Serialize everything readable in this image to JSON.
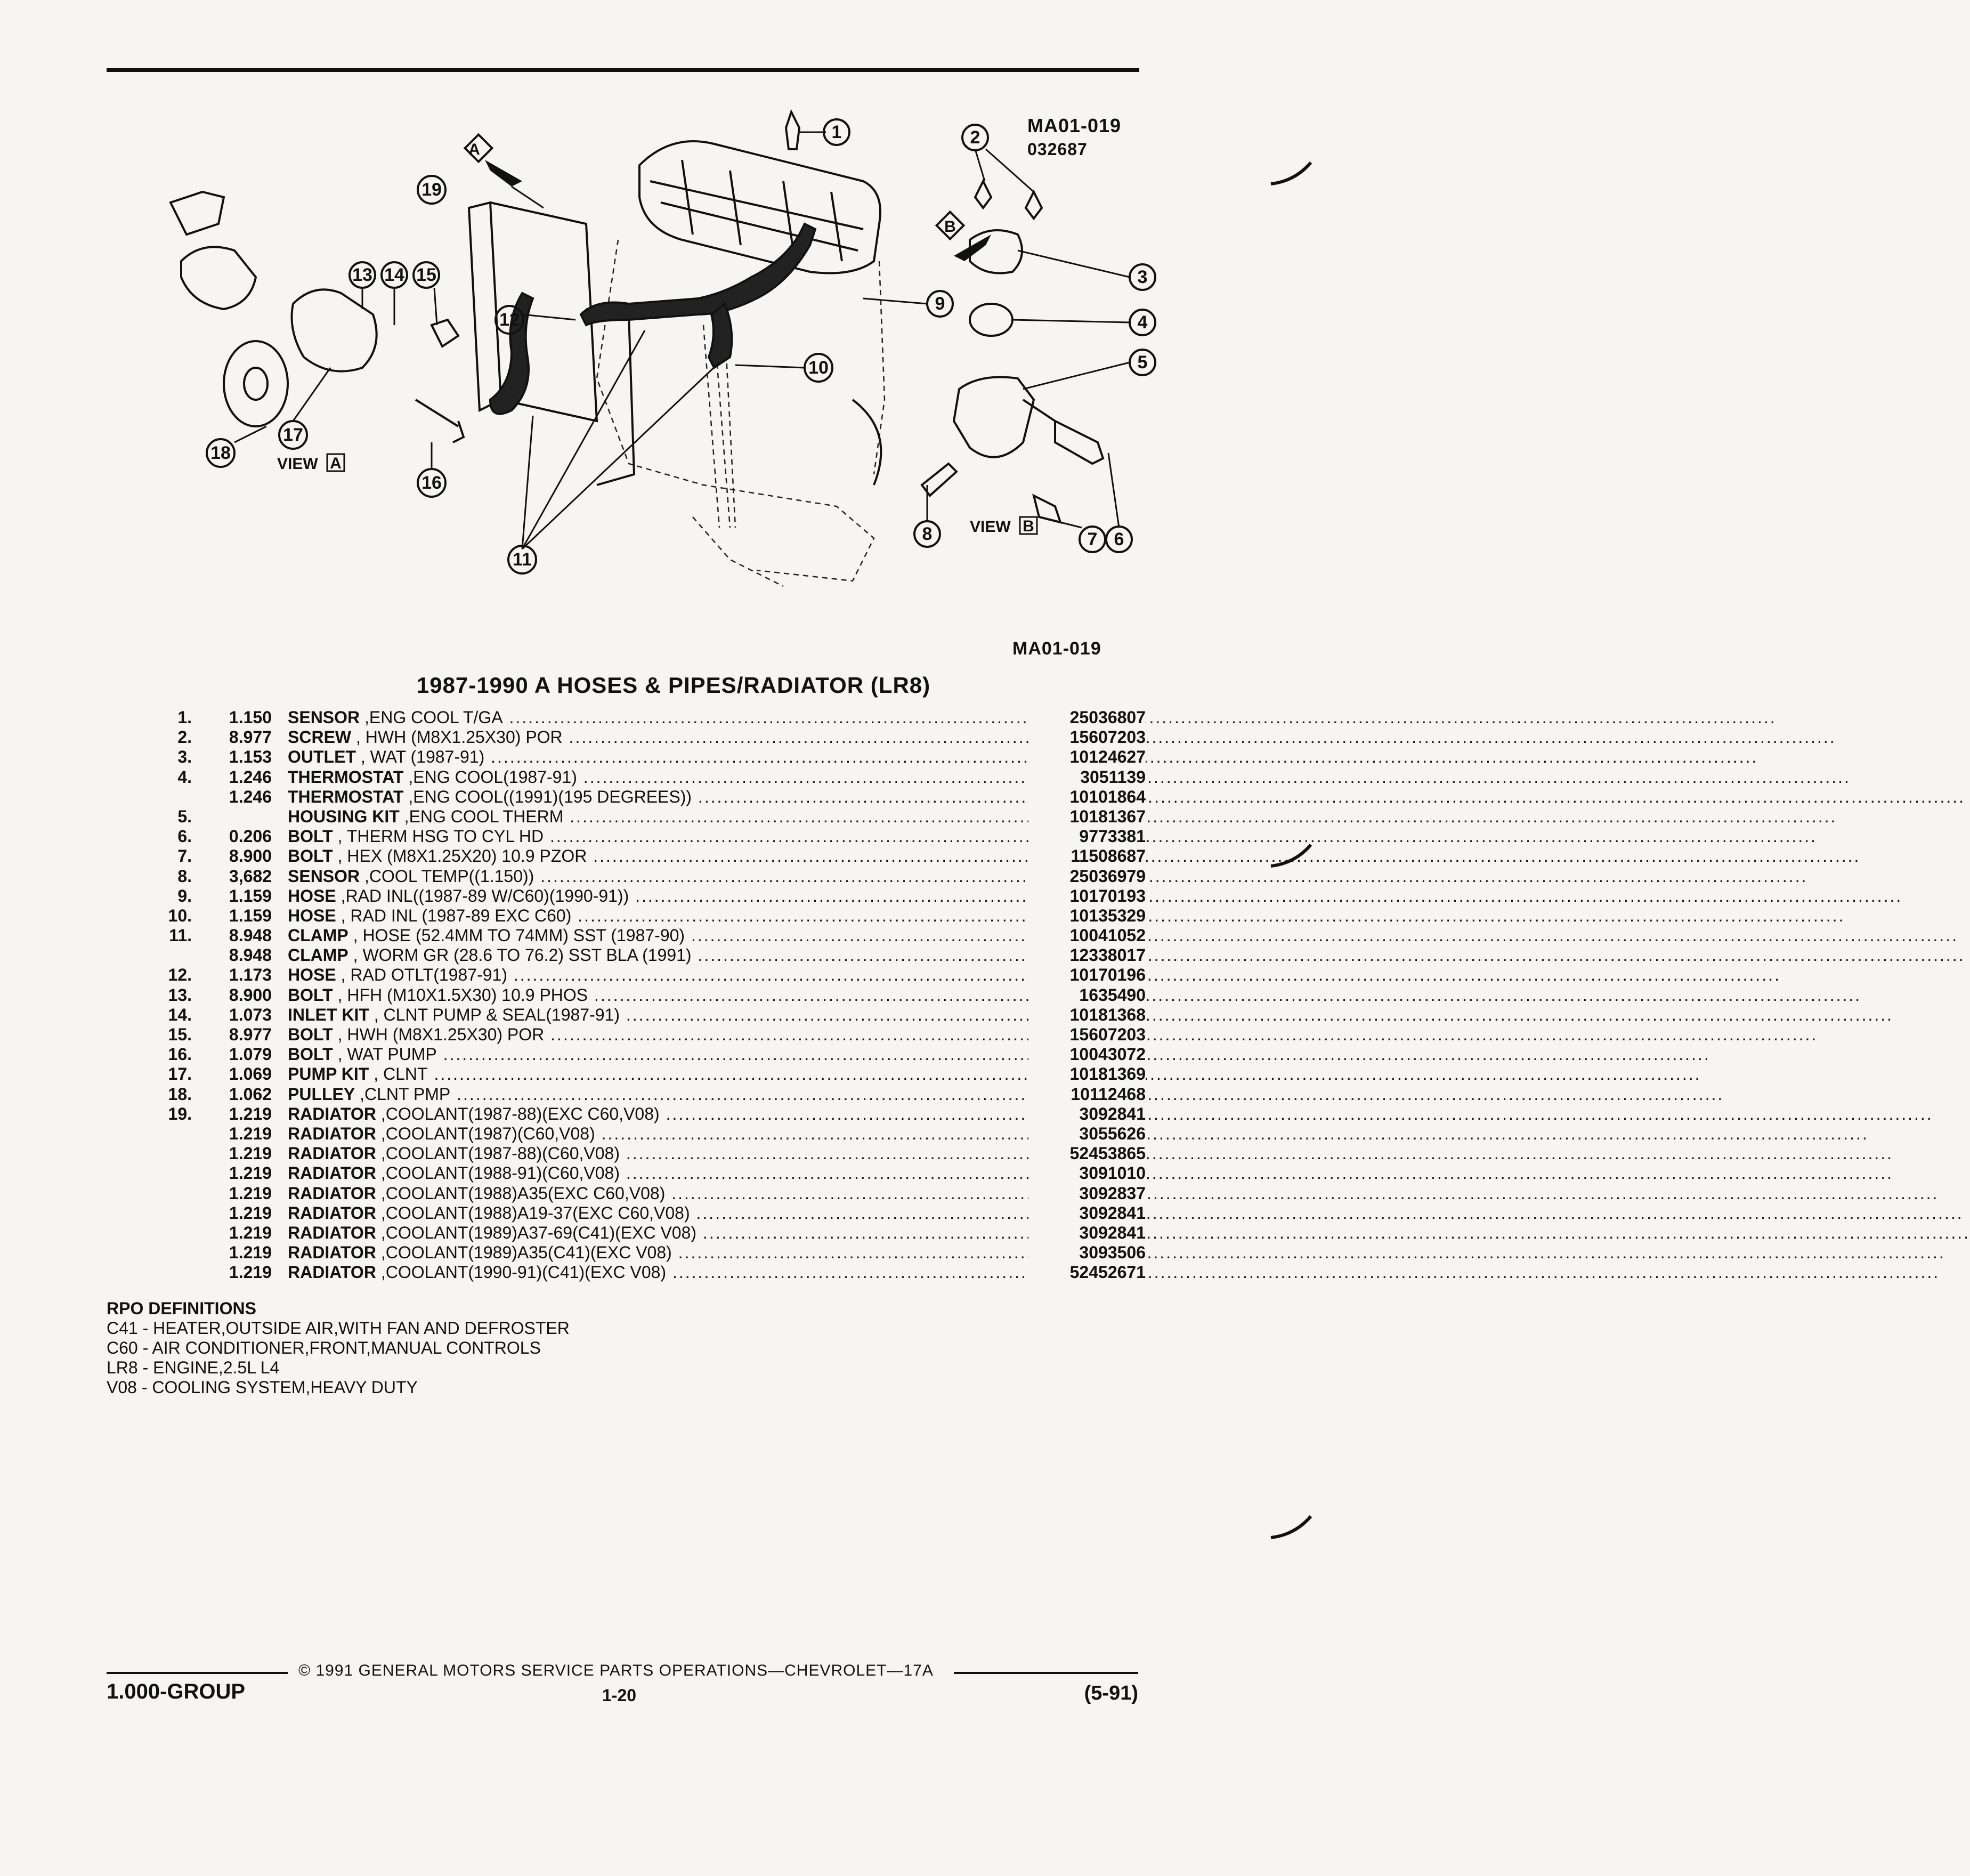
{
  "figure": {
    "ref_top": "MA01-019",
    "ref_date": "032687",
    "ref_bottom": "MA01-019",
    "view_label": "VIEW",
    "view_a": "A",
    "view_b": "B",
    "callouts": [
      "1",
      "2",
      "3",
      "4",
      "5",
      "6",
      "7",
      "8",
      "9",
      "10",
      "11",
      "12",
      "13",
      "14",
      "15",
      "16",
      "17",
      "18",
      "19"
    ]
  },
  "section_title": "1987-1990 A HOSES & PIPES/RADIATOR (LR8)",
  "parts": [
    {
      "num": "1.",
      "fig": "1.150",
      "name": "SENSOR",
      "desc": " ,ENG COOL T/GA",
      "pn": "25036807"
    },
    {
      "num": "2.",
      "fig": "8.977",
      "name": "SCREW",
      "desc": " , HWH (M8X1.25X30) POR",
      "pn": "15607203"
    },
    {
      "num": "3.",
      "fig": "1.153",
      "name": "OUTLET",
      "desc": " , WAT (1987-91)",
      "pn": "10124627"
    },
    {
      "num": "4.",
      "fig": "1.246",
      "name": "THERMOSTAT",
      "desc": " ,ENG COOL(1987-91)",
      "pn": "3051139"
    },
    {
      "num": "",
      "fig": "1.246",
      "name": "THERMOSTAT",
      "desc": " ,ENG COOL((1991)(195 DEGREES))",
      "pn": "10101864"
    },
    {
      "num": "5.",
      "fig": "",
      "name": "HOUSING KIT",
      "desc": " ,ENG COOL THERM",
      "pn": "10181367"
    },
    {
      "num": "6.",
      "fig": "0.206",
      "name": "BOLT",
      "desc": " , THERM HSG TO CYL HD",
      "pn": "9773381"
    },
    {
      "num": "7.",
      "fig": "8.900",
      "name": "BOLT",
      "desc": " , HEX (M8X1.25X20) 10.9 PZOR",
      "pn": "11508687"
    },
    {
      "num": "8.",
      "fig": "3,682",
      "name": "SENSOR",
      "desc": " ,COOL TEMP((1.150))",
      "pn": "25036979"
    },
    {
      "num": "9.",
      "fig": "1.159",
      "name": "HOSE",
      "desc": " ,RAD INL((1987-89 W/C60)(1990-91))",
      "pn": "10170193"
    },
    {
      "num": "10.",
      "fig": "1.159",
      "name": "HOSE",
      "desc": " , RAD INL (1987-89 EXC C60)",
      "pn": "10135329"
    },
    {
      "num": "11.",
      "fig": "8.948",
      "name": "CLAMP",
      "desc": " , HOSE (52.4MM TO 74MM) SST (1987-90)",
      "pn": "10041052"
    },
    {
      "num": "",
      "fig": "8.948",
      "name": "CLAMP",
      "desc": " , WORM GR (28.6 TO 76.2) SST BLA (1991)",
      "pn": "12338017"
    },
    {
      "num": "12.",
      "fig": "1.173",
      "name": "HOSE",
      "desc": " , RAD OTLT(1987-91)",
      "pn": "10170196"
    },
    {
      "num": "13.",
      "fig": "8.900",
      "name": "BOLT",
      "desc": " , HFH (M10X1.5X30) 10.9 PHOS",
      "pn": "1635490"
    },
    {
      "num": "14.",
      "fig": "1.073",
      "name": "INLET KIT",
      "desc": " , CLNT PUMP & SEAL(1987-91)",
      "pn": "10181368"
    },
    {
      "num": "15.",
      "fig": "8.977",
      "name": "BOLT",
      "desc": " , HWH (M8X1.25X30) POR",
      "pn": "15607203"
    },
    {
      "num": "16.",
      "fig": "1.079",
      "name": "BOLT",
      "desc": " , WAT PUMP",
      "pn": "10043072"
    },
    {
      "num": "17.",
      "fig": "1.069",
      "name": "PUMP KIT",
      "desc": " , CLNT",
      "pn": "10181369"
    },
    {
      "num": "18.",
      "fig": "1.062",
      "name": "PULLEY",
      "desc": " ,CLNT PMP",
      "pn": "10112468"
    },
    {
      "num": "19.",
      "fig": "1.219",
      "name": "RADIATOR",
      "desc": " ,COOLANT(1987-88)(EXC C60,V08)",
      "pn": "3092841"
    },
    {
      "num": "",
      "fig": "1.219",
      "name": "RADIATOR",
      "desc": " ,COOLANT(1987)(C60,V08)",
      "pn": "3055626"
    },
    {
      "num": "",
      "fig": "1.219",
      "name": "RADIATOR",
      "desc": " ,COOLANT(1987-88)(C60,V08)",
      "pn": "52453865"
    },
    {
      "num": "",
      "fig": "1.219",
      "name": "RADIATOR",
      "desc": " ,COOLANT(1988-91)(C60,V08)",
      "pn": "3091010"
    },
    {
      "num": "",
      "fig": "1.219",
      "name": "RADIATOR",
      "desc": " ,COOLANT(1988)A35(EXC C60,V08)",
      "pn": "3092837"
    },
    {
      "num": "",
      "fig": "1.219",
      "name": "RADIATOR",
      "desc": " ,COOLANT(1988)A19-37(EXC C60,V08)",
      "pn": "3092841"
    },
    {
      "num": "",
      "fig": "1.219",
      "name": "RADIATOR",
      "desc": " ,COOLANT(1989)A37-69(C41)(EXC V08)",
      "pn": "3092841"
    },
    {
      "num": "",
      "fig": "1.219",
      "name": "RADIATOR",
      "desc": " ,COOLANT(1989)A35(C41)(EXC V08)",
      "pn": "3093506"
    },
    {
      "num": "",
      "fig": "1.219",
      "name": "RADIATOR",
      "desc": " ,COOLANT(1990-91)(C41)(EXC V08)",
      "pn": "52452671"
    }
  ],
  "rpo": {
    "title": "RPO DEFINITIONS",
    "items": [
      "C41 - HEATER,OUTSIDE AIR,WITH FAN AND DEFROSTER",
      "C60 - AIR CONDITIONER,FRONT,MANUAL CONTROLS",
      "LR8 - ENGINE,2.5L L4",
      "V08 - COOLING SYSTEM,HEAVY DUTY"
    ]
  },
  "footer": {
    "copyright": "© 1991 GENERAL MOTORS SERVICE PARTS OPERATIONS—CHEVROLET—17A",
    "group": "1.000-GROUP",
    "page": "1-20",
    "revision": "(5-91)"
  }
}
